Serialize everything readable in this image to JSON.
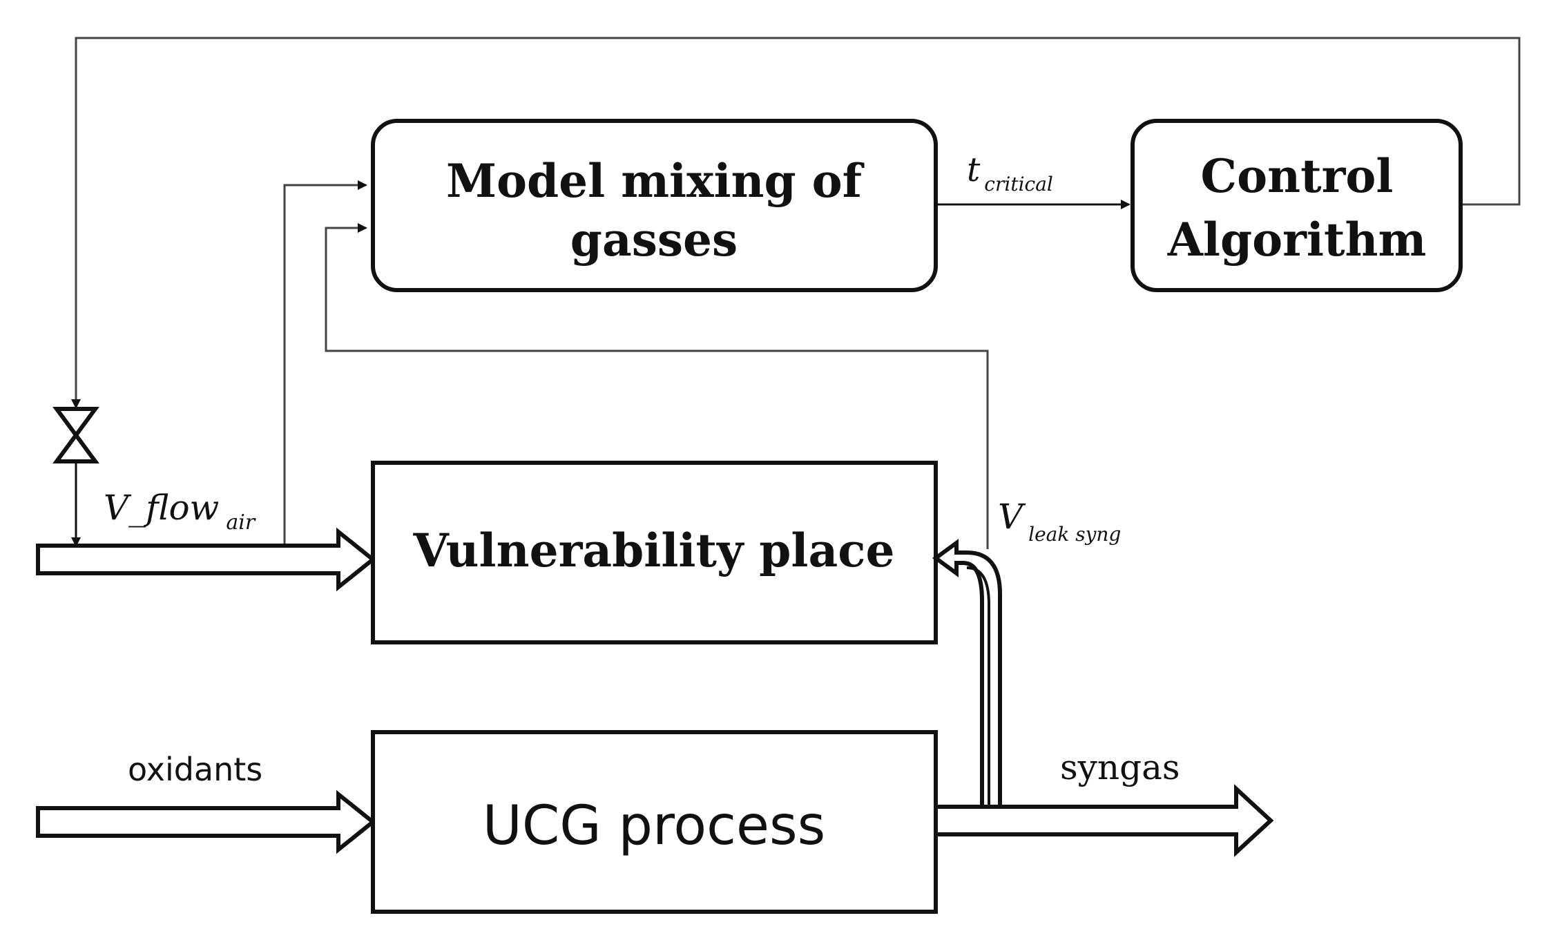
{
  "blocks": {
    "model_mixing": {
      "line1": "Model mixing of",
      "line2": "gasses"
    },
    "control": {
      "line1": "Control",
      "line2": "Algorithm"
    },
    "vulnerability": {
      "label": "Vulnerability place"
    },
    "ucg": {
      "label": "UCG process"
    }
  },
  "signals": {
    "t_critical": {
      "main": "t",
      "sub": "critical"
    },
    "v_flow_air": {
      "main": "V_flow",
      "sub": "air"
    },
    "v_leak_syng": {
      "main": "V",
      "sub": "leak syng"
    },
    "oxidants": "oxidants",
    "syngas": "syngas"
  }
}
